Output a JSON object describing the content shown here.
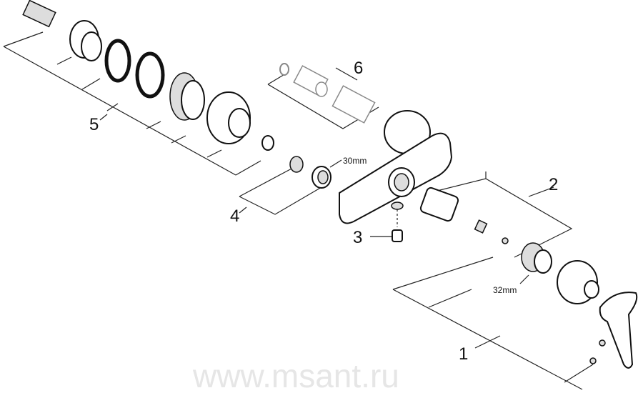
{
  "parts": [
    {
      "number": "1"
    },
    {
      "number": "2"
    },
    {
      "number": "3"
    },
    {
      "number": "4"
    },
    {
      "number": "5"
    },
    {
      "number": "6"
    }
  ],
  "dimensions": {
    "nut_size": "30mm",
    "ring_size": "32mm"
  },
  "watermark": "www.msant.ru"
}
